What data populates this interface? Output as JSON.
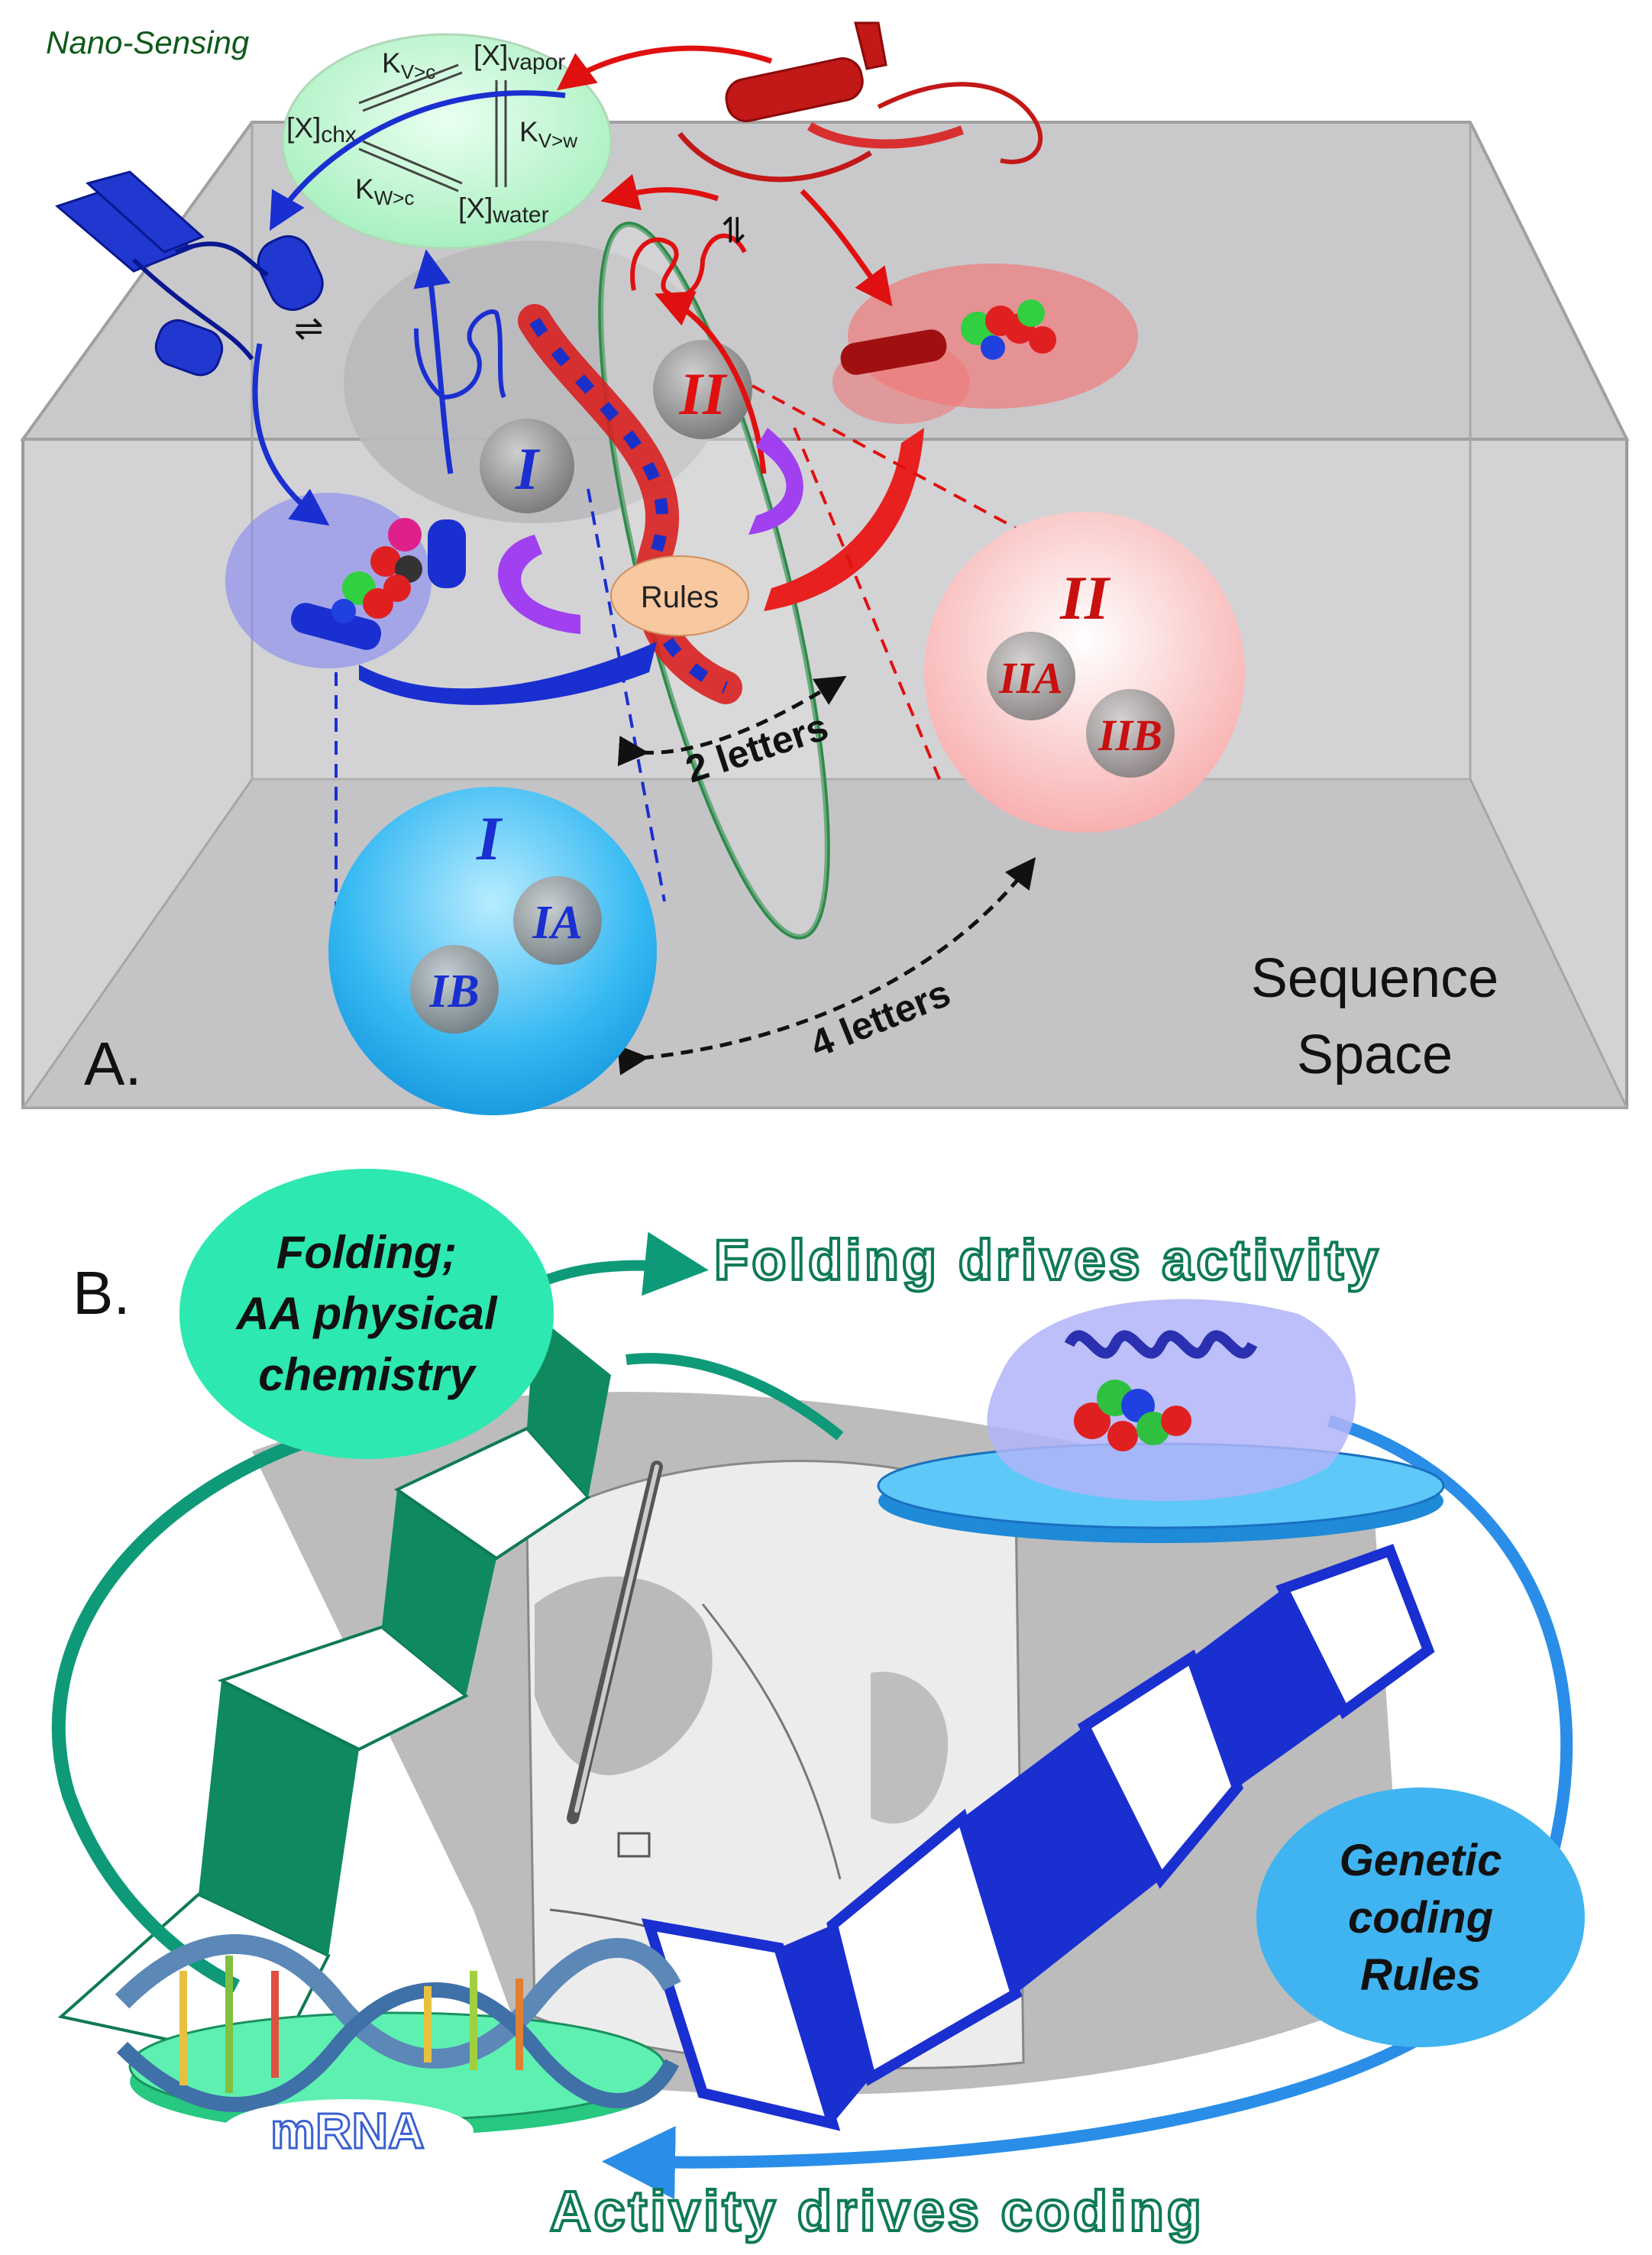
{
  "panel_a": {
    "label": "A.",
    "nano_sensing": "Nano-Sensing",
    "equilibria": {
      "k_vc": "K",
      "k_vc_sub": "V>c",
      "x_vapor": "[X]",
      "x_vapor_sub": "vapor",
      "x_chx": "[X]",
      "x_chx_sub": "chx",
      "k_vw": "K",
      "k_vw_sub": "V>w",
      "k_wc": "K",
      "k_wc_sub": "W>c",
      "x_water": "[X]",
      "x_water_sub": "water"
    },
    "class_I": "I",
    "class_II": "II",
    "rules": "Rules",
    "two_letters": "2 letters",
    "four_letters": "4 letters",
    "sphere_I": {
      "title": "I",
      "a": "IA",
      "b": "IB"
    },
    "sphere_II": {
      "title": "II",
      "a": "IIA",
      "b": "IIB"
    },
    "sequence_space_1": "Sequence",
    "sequence_space_2": "Space",
    "colors": {
      "class_I": "#1a2fd0",
      "class_II": "#d81818",
      "box": "#cfcfd1"
    }
  },
  "panel_b": {
    "label": "B.",
    "folding_1": "Folding;",
    "folding_2": "AA physical",
    "folding_3": "chemistry",
    "folding_drives": "Folding drives activity",
    "genetic_1": "Genetic",
    "genetic_2": "coding",
    "genetic_3": "Rules",
    "mrna": "mRNA",
    "activity_drives": "Activity drives coding",
    "colors": {
      "green": "#0e8a66",
      "blue": "#1a2fd0",
      "light_blue": "#3fb4f0"
    }
  }
}
